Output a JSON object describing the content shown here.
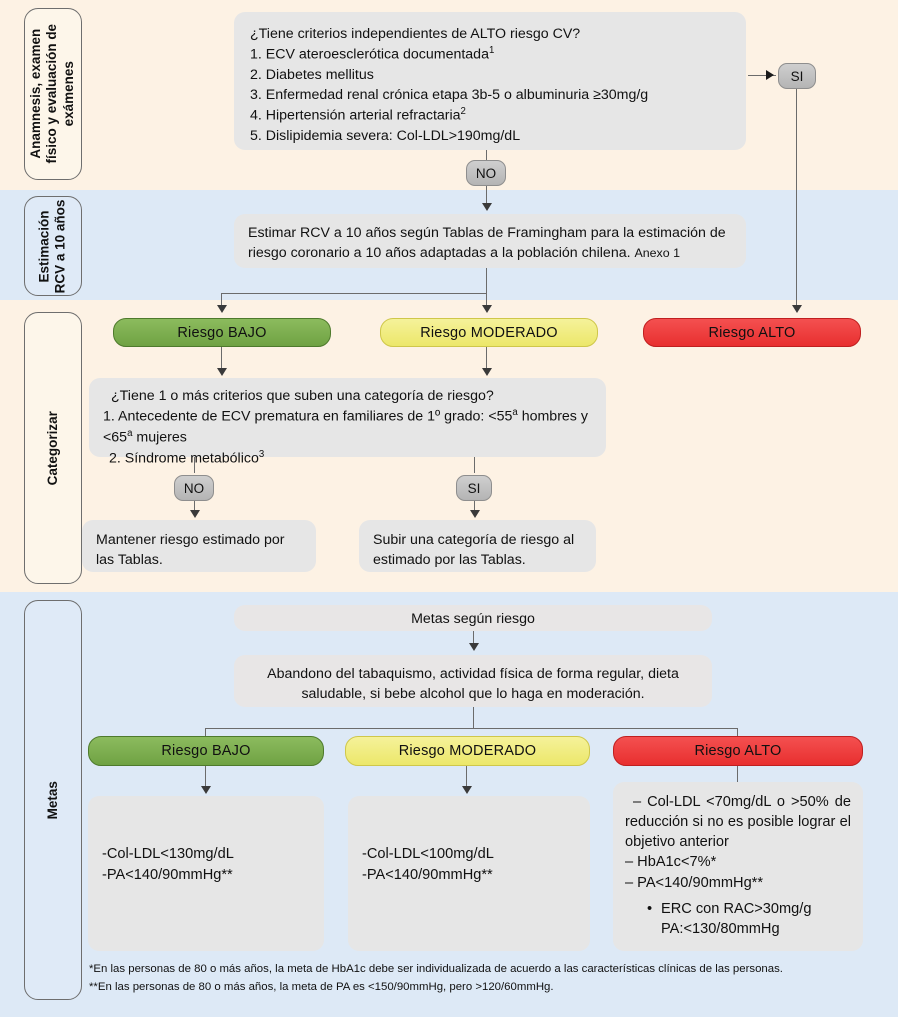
{
  "bands": {
    "cream": "#fdf2e4",
    "blue": "#dde9f6"
  },
  "colors": {
    "risk_low": "#78ab4c",
    "risk_moderate": "#f0ec7d",
    "risk_high": "#ef3b3b",
    "box_grey": "#e6e6e6",
    "badge_grey": "#bfbfbf"
  },
  "stages": {
    "anamnesis": "Anamnesis, examen\nfísico y evaluación de\nexámenes",
    "estimacion": "Estimación\nRCV a 10 años",
    "categorizar": "Categorizar",
    "metas": "Metas"
  },
  "section1": {
    "question": "¿Tiene criterios independientes de ALTO riesgo CV?",
    "criteria": [
      "1. ECV ateroesclerótica documentada¹",
      "2. Diabetes mellitus",
      "3. Enfermedad renal crónica  etapa 3b-5 o albuminuria ≥30mg/g",
      "4. Hipertensión arterial refractaria²",
      "5. Dislipidemia severa: Col-LDL>190mg/dL"
    ],
    "badge_si": "SI",
    "badge_no": "NO"
  },
  "section2": {
    "estimate_text": "Estimar RCV a 10 años según Tablas de Framingham para la estimación de riesgo coronario a 10 años adaptadas a la población chilena.",
    "annex": "Anexo 1"
  },
  "section3": {
    "pill_low": "Riesgo BAJO",
    "pill_moderate": "Riesgo MODERADO",
    "pill_high": "Riesgo ALTO",
    "question": "¿Tiene 1 o más criterios que suben una categoría de riesgo?",
    "criteria": [
      "1. Antecedente de ECV prematura en familiares de 1º grado: <55ᵃ hombres y <65ᵃ mujeres",
      " 2. Síndrome metabólico³"
    ],
    "badge_no": "NO",
    "badge_si": "SI",
    "outcome_no": "Mantener riesgo estimado por las Tablas.",
    "outcome_si": "Subir una categoría de riesgo al estimado por las Tablas."
  },
  "section4": {
    "header": "Metas según riesgo",
    "lifestyle": "Abandono del tabaquismo, actividad física de forma regular, dieta saludable, si bebe alcohol que lo haga en moderación.",
    "pill_low": "Riesgo BAJO",
    "pill_moderate": "Riesgo MODERADO",
    "pill_high": "Riesgo ALTO",
    "goals_low": [
      "-Col-LDL<130mg/dL",
      "-PA<140/90mmHg**"
    ],
    "goals_moderate": [
      "-Col-LDL<100mg/dL",
      "-PA<140/90mmHg**"
    ],
    "goals_high": [
      "– Col-LDL <70mg/dL o >50% de reducción si no es posible lograr el objetivo anterior",
      "– HbA1c<7%*",
      "– PA<140/90mmHg**"
    ],
    "goals_high_sub": [
      "ERC con RAC>30mg/g",
      "PA:<130/80mmHg"
    ]
  },
  "footnotes": [
    "*En las personas de 80 o más años, la meta de HbA1c debe ser individualizada de acuerdo a las características clínicas de las personas.",
    "**En las personas de 80 o más años, la meta de PA es <150/90mmHg, pero >120/60mmHg."
  ]
}
